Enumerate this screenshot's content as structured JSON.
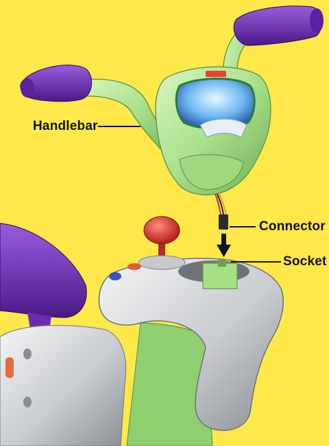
{
  "callouts": {
    "handlebar": "Handlebar",
    "connector": "Connector",
    "socket": "Socket"
  },
  "colors": {
    "background": "#ffe84a",
    "handlebar_green": "#a9e08a",
    "grip_purple": "#6a2bb0",
    "seat_purple": "#7a3bb0",
    "body_gray": "#c8cbcf",
    "knob_red": "#d63a3a",
    "label_text": "#111111"
  },
  "icons": [
    "handlebar-illustration",
    "grip-illustration",
    "dashboard-screen-illustration",
    "seat-illustration",
    "gear-shift-knob-illustration",
    "arrow-down-icon"
  ]
}
